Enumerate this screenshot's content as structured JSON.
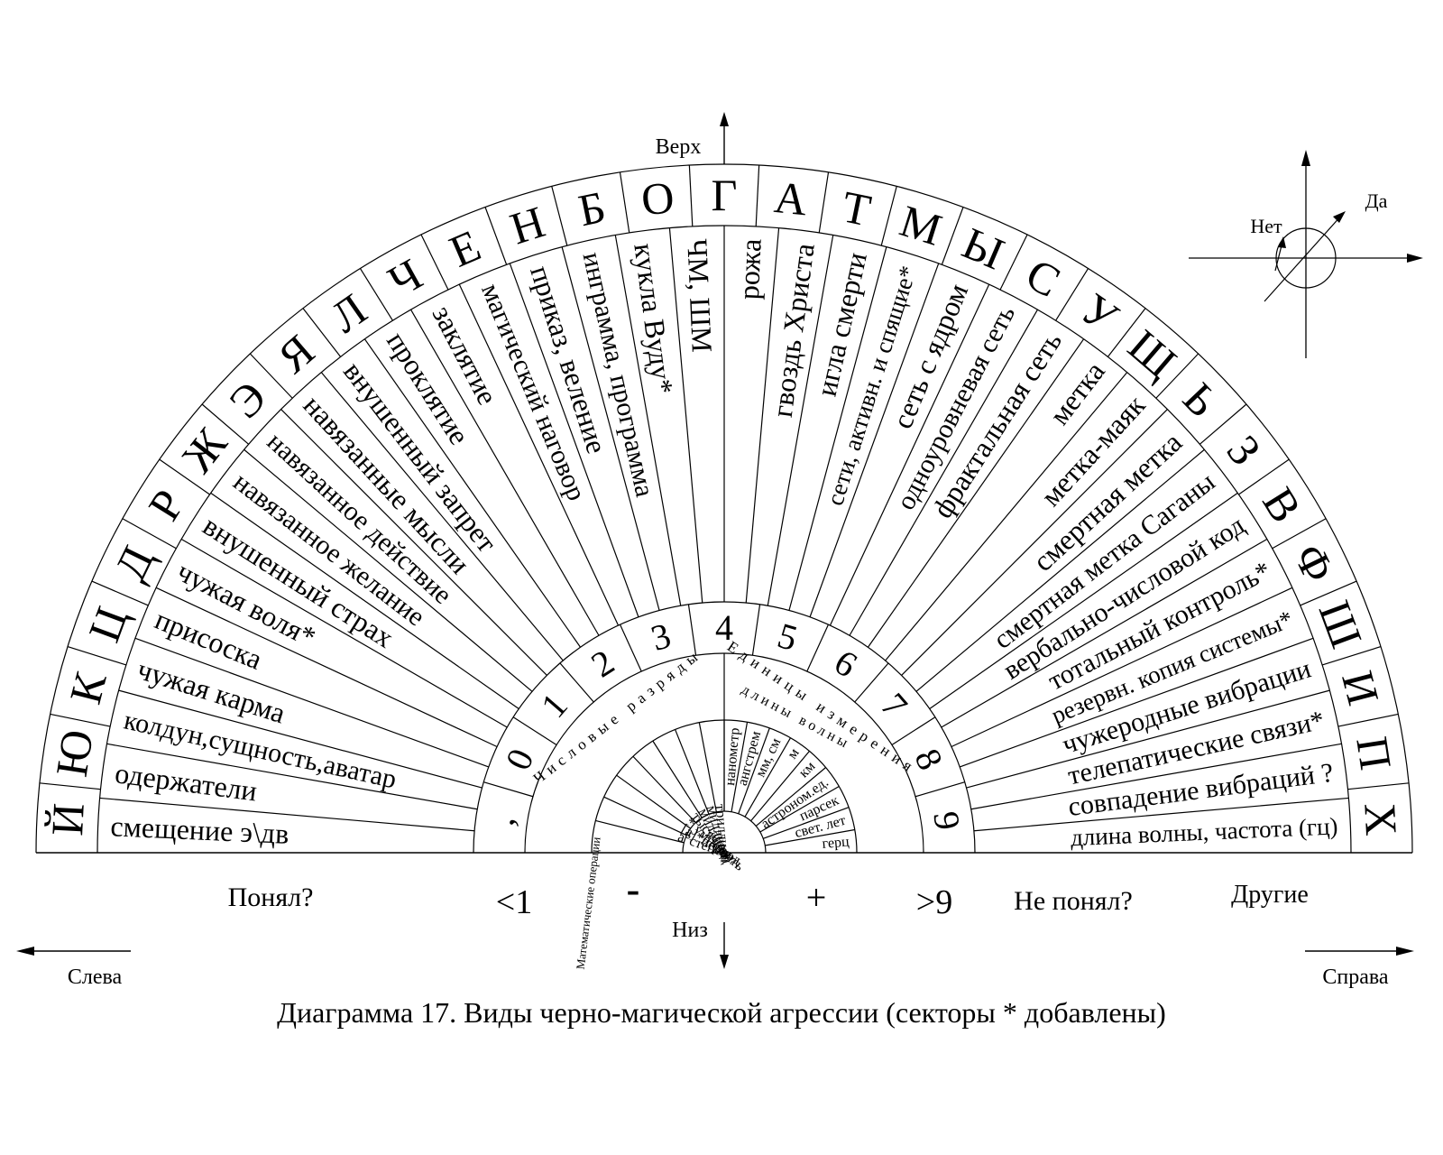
{
  "caption": "Диаграмма 17. Виды черно-магической агрессии (секторы * добавлены)",
  "directions": {
    "top": "Верх",
    "bottom": "Низ",
    "left": "Слева",
    "right": "Справа"
  },
  "indicator": {
    "yes": "Да",
    "no": "Нет"
  },
  "bottom_labels": {
    "understood": "Понял?",
    "less_than_one": "<1",
    "minus": "-",
    "plus": "+",
    "more_than_nine": ">9",
    "not_understood": "Не понял?",
    "others": "Другие"
  },
  "outer_letters": [
    "Й",
    "Ю",
    "К",
    "Ц",
    "Д",
    "Р",
    "Ж",
    "Э",
    "Я",
    "Л",
    "Ч",
    "Е",
    "Н",
    "Б",
    "О",
    "Г",
    "А",
    "Т",
    "М",
    "Ы",
    "С",
    "У",
    "Щ",
    "Ь",
    "З",
    "В",
    "Ф",
    "Ш",
    "И",
    "П",
    "Х"
  ],
  "sectors": [
    "смещение  э\\дв",
    "одержатели",
    "колдун,сущность,аватар",
    "чужая карма",
    "присоска",
    "чужая воля*",
    "внушенный страх",
    "навязанное желание",
    "навязанное действие",
    "навязанные мысли",
    "внушенный запрет",
    "проклятие",
    "заклятие",
    "магический наговор",
    "приказ, веление",
    "инграмма, программа",
    "кукла Вуду*",
    "ЧМ, ШМ",
    "рожа",
    "гвоздь Христа",
    "игла смерти",
    "сети, активн. и спящие*",
    "сеть с ядром",
    "одноуровневая сеть",
    "фрактальная сеть",
    "метка",
    "метка-маяк",
    "смертная метка",
    "смертная метка Саганы",
    "вербально-числовой код",
    "тотальный контроль*",
    "резервн. копия системы*",
    "чужеродные вибрации",
    "телепатические связи*",
    "совпадение вибраций ?",
    "длина волны, частота (гц)"
  ],
  "digits": [
    ",",
    "0",
    "1",
    "2",
    "3",
    "4",
    "5",
    "6",
    "7",
    "8",
    "9"
  ],
  "left_ring_title": "Числовые разряды",
  "left_ring_items": [
    "а°степень",
    "[а]*период",
    "* умножить",
    "тысяча",
    "миллион",
    "миллиард",
    "триллион"
  ],
  "left_ring_math": "Математические операции",
  "right_ring_title": "Единицы измерения",
  "right_ring_subtitle": "длины волны",
  "right_ring_items": [
    "нанометр",
    "ангстрем",
    "мм, см",
    "м",
    "км",
    "астроном.ед.",
    "парсек",
    "свет. лет",
    "герц"
  ]
}
